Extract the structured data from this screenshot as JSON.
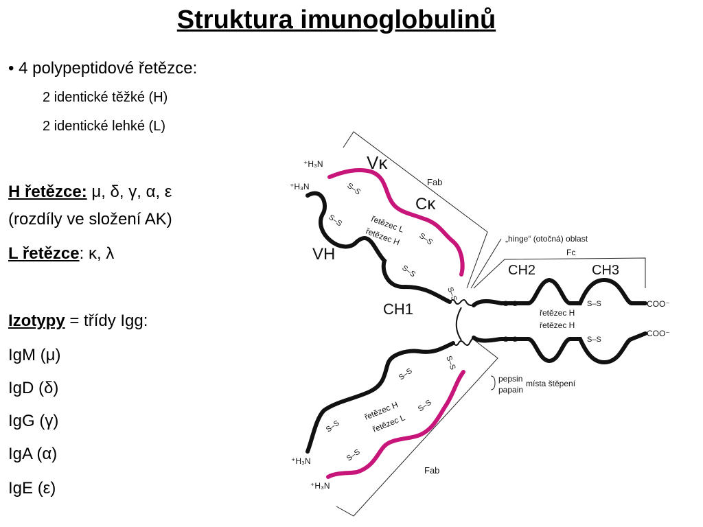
{
  "slide": {
    "title": "Struktura imunoglobulinů",
    "bullet_marker": "•",
    "bullet_text": "4 polypeptidové řetězce:",
    "sub1": "2 identické těžké (H)",
    "sub2": "2 identické lehké (L)",
    "h_label": "H řetězce:",
    "h_values": " μ, δ, γ, α, ε",
    "h_note": "(rozdíly ve složení AK)",
    "l_label": "L řetězce",
    "l_values": ": κ, λ",
    "izo_label": "Izotypy",
    "izo_text": " = třídy Igg:",
    "isotypes": [
      "IgM (μ)",
      "IgD (δ)",
      "IgG (γ)",
      "IgA (α)",
      "IgE (ε)"
    ]
  },
  "diagram": {
    "colors": {
      "heavy": "#111111",
      "light": "#c8157a",
      "frame": "#222222"
    },
    "labels": {
      "vk": "Vκ",
      "ck": "Cκ",
      "vh": "VH",
      "ch1": "CH1",
      "ch2": "CH2",
      "ch3": "CH3",
      "fab_top": "Fab",
      "fab_bottom": "Fab",
      "fc": "Fc",
      "hinge": "„hinge“ (otočná) oblast",
      "chain_L_top": "řetězec L",
      "chain_H_top": "řetězec H",
      "chain_H_bottom": "řetězec H",
      "chain_L_bottom": "řetězec L",
      "fc_chain_1": "řetězec H",
      "fc_chain_2": "řetězec H",
      "pepsin": "pepsin",
      "papain": "papain",
      "cleavage": "místa štěpení",
      "coo_1": "COO⁻",
      "coo_2": "COO⁻",
      "nterm_1": "⁺H₃N",
      "nterm_2": "⁺H₃N",
      "nterm_3": "⁺H₃N",
      "nterm_4": "⁺H₃N",
      "ss": "S–S"
    }
  }
}
